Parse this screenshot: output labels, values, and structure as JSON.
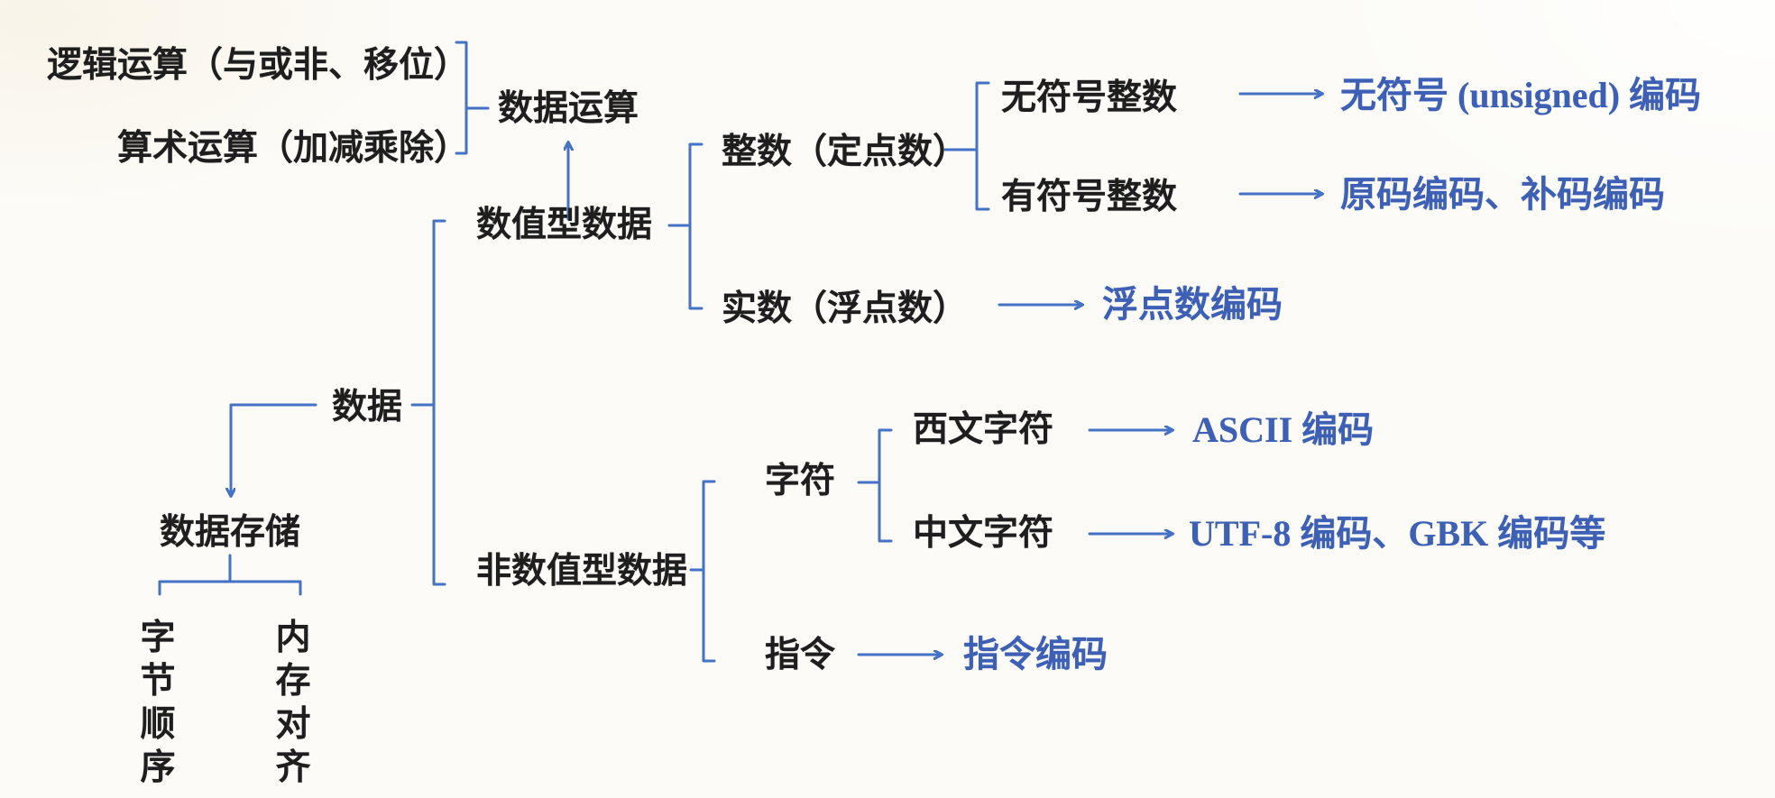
{
  "colors": {
    "background": "#fcfbf7",
    "line_blue": "#4472c4",
    "term_blue": "#3d60b5",
    "node_text": "#1e1e1e"
  },
  "diagram": {
    "title_implied": "数据",
    "nodes": [
      {
        "id": "logical-ops",
        "label": "逻辑运算（与或非、移位）",
        "style": "black"
      },
      {
        "id": "arithmetic-ops",
        "label": "算术运算（加减乘除）",
        "style": "black"
      },
      {
        "id": "data-operations",
        "label": "数据运算",
        "style": "black"
      },
      {
        "id": "numeric-data",
        "label": "数值型数据",
        "style": "black"
      },
      {
        "id": "integer-fixed",
        "label": "整数（定点数）",
        "style": "black"
      },
      {
        "id": "unsigned-integer",
        "label": "无符号整数",
        "style": "black"
      },
      {
        "id": "signed-integer",
        "label": "有符号整数",
        "style": "black"
      },
      {
        "id": "real-floating",
        "label": "实数（浮点数）",
        "style": "black"
      },
      {
        "id": "data-root",
        "label": "数据",
        "style": "black"
      },
      {
        "id": "non-numeric-data",
        "label": "非数值型数据",
        "style": "black"
      },
      {
        "id": "characters",
        "label": "字符",
        "style": "black"
      },
      {
        "id": "western-characters",
        "label": "西文字符",
        "style": "black"
      },
      {
        "id": "chinese-characters",
        "label": "中文字符",
        "style": "black"
      },
      {
        "id": "instructions",
        "label": "指令",
        "style": "black"
      },
      {
        "id": "data-storage",
        "label": "数据存储",
        "style": "black"
      },
      {
        "id": "byte-order",
        "label": "字节顺序",
        "style": "black",
        "orientation": "vertical"
      },
      {
        "id": "memory-alignment",
        "label": "内存对齐",
        "style": "black",
        "orientation": "vertical"
      },
      {
        "id": "unsigned-encoding",
        "label": "无符号 (unsigned) 编码",
        "style": "blue"
      },
      {
        "id": "sign-complement",
        "label": "原码编码、补码编码",
        "style": "blue"
      },
      {
        "id": "float-encoding",
        "label": "浮点数编码",
        "style": "blue"
      },
      {
        "id": "ascii-encoding",
        "label": "ASCII 编码",
        "style": "blue"
      },
      {
        "id": "utf8-gbk-encoding",
        "label": "UTF-8 编码、GBK 编码等",
        "style": "blue"
      },
      {
        "id": "instruction-encoding",
        "label": "指令编码",
        "style": "blue"
      }
    ],
    "edges": [
      {
        "from": "data-root",
        "to": [
          "numeric-data",
          "non-numeric-data"
        ],
        "kind": "bracket"
      },
      {
        "from": "data-root",
        "to": [
          "data-storage"
        ],
        "kind": "arrow-down"
      },
      {
        "from": "numeric-data",
        "to": [
          "data-operations"
        ],
        "kind": "arrow-up"
      },
      {
        "from": "data-operations",
        "to": [
          "logical-ops",
          "arithmetic-ops"
        ],
        "kind": "bracket"
      },
      {
        "from": "numeric-data",
        "to": [
          "integer-fixed",
          "real-floating"
        ],
        "kind": "bracket"
      },
      {
        "from": "integer-fixed",
        "to": [
          "unsigned-integer",
          "signed-integer"
        ],
        "kind": "bracket"
      },
      {
        "from": "unsigned-integer",
        "to": [
          "unsigned-encoding"
        ],
        "kind": "arrow"
      },
      {
        "from": "signed-integer",
        "to": [
          "sign-complement"
        ],
        "kind": "arrow"
      },
      {
        "from": "real-floating",
        "to": [
          "float-encoding"
        ],
        "kind": "arrow"
      },
      {
        "from": "non-numeric-data",
        "to": [
          "characters",
          "instructions"
        ],
        "kind": "bracket"
      },
      {
        "from": "characters",
        "to": [
          "western-characters",
          "chinese-characters"
        ],
        "kind": "bracket"
      },
      {
        "from": "western-characters",
        "to": [
          "ascii-encoding"
        ],
        "kind": "arrow"
      },
      {
        "from": "chinese-characters",
        "to": [
          "utf8-gbk-encoding"
        ],
        "kind": "arrow"
      },
      {
        "from": "instructions",
        "to": [
          "instruction-encoding"
        ],
        "kind": "arrow"
      },
      {
        "from": "data-storage",
        "to": [
          "byte-order",
          "memory-alignment"
        ],
        "kind": "brace"
      }
    ]
  }
}
